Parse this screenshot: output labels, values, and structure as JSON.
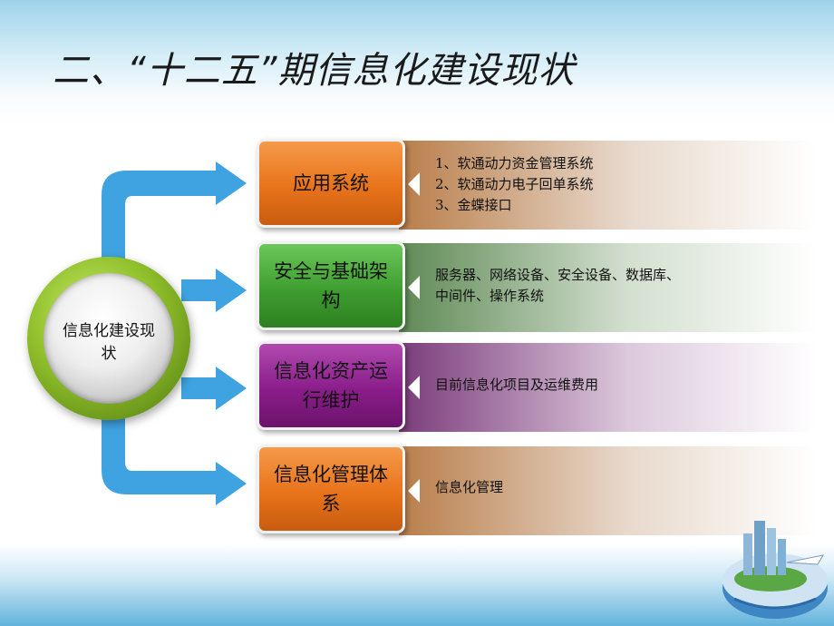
{
  "title": "二、“十二五”期信息化建设现状",
  "hub": {
    "label": "信息化建设现状"
  },
  "rows": [
    {
      "label": "应用系统",
      "color": "#e8731a",
      "items": [
        "1、软通动力资金管理系统",
        "2、软通动力电子回单系统",
        "3、金蝶接口"
      ]
    },
    {
      "label": "安全与基础架构",
      "color": "#3e9e2f",
      "items": [
        "服务器、网络设备、安全设备、数据库、",
        "中间件、操作系统"
      ]
    },
    {
      "label": "信息化资产运行维护",
      "color": "#8a1d8a",
      "items": [
        "目前信息化项目及运维费用"
      ]
    },
    {
      "label": "信息化管理体系",
      "color": "#e8731a",
      "items": [
        "信息化管理"
      ]
    }
  ]
}
